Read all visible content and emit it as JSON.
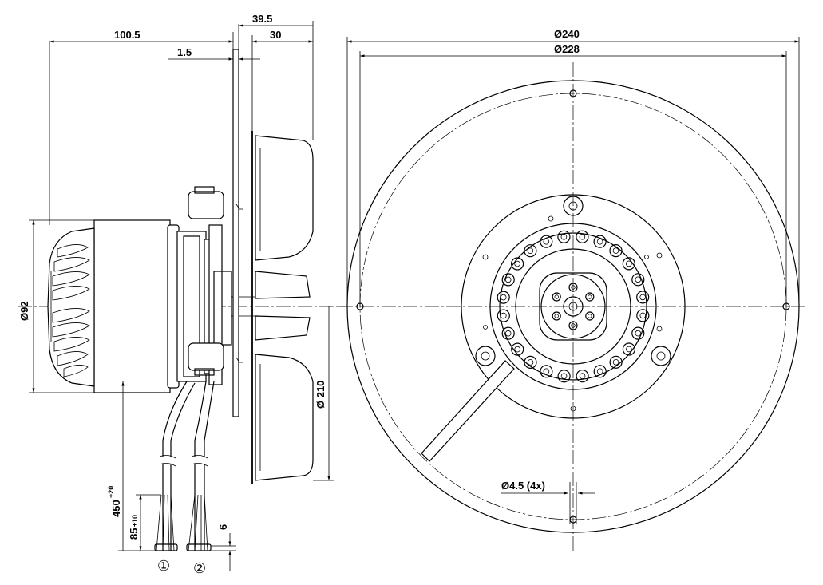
{
  "dimensions": {
    "d_100_5": "100.5",
    "d_1_5": "1.5",
    "d_39_5": "39.5",
    "d_30": "30",
    "d_240": "Ø240",
    "d_228": "Ø228",
    "d_92": "Ø92",
    "d_210": "Ø 210",
    "d_450": "450",
    "d_450_tol": "+20",
    "d_85": "85",
    "d_85_tol": "±10",
    "d_6": "6",
    "d_hole": "Ø4.5 (4x)"
  },
  "callouts": {
    "cable_1": "①",
    "cable_2": "②"
  }
}
